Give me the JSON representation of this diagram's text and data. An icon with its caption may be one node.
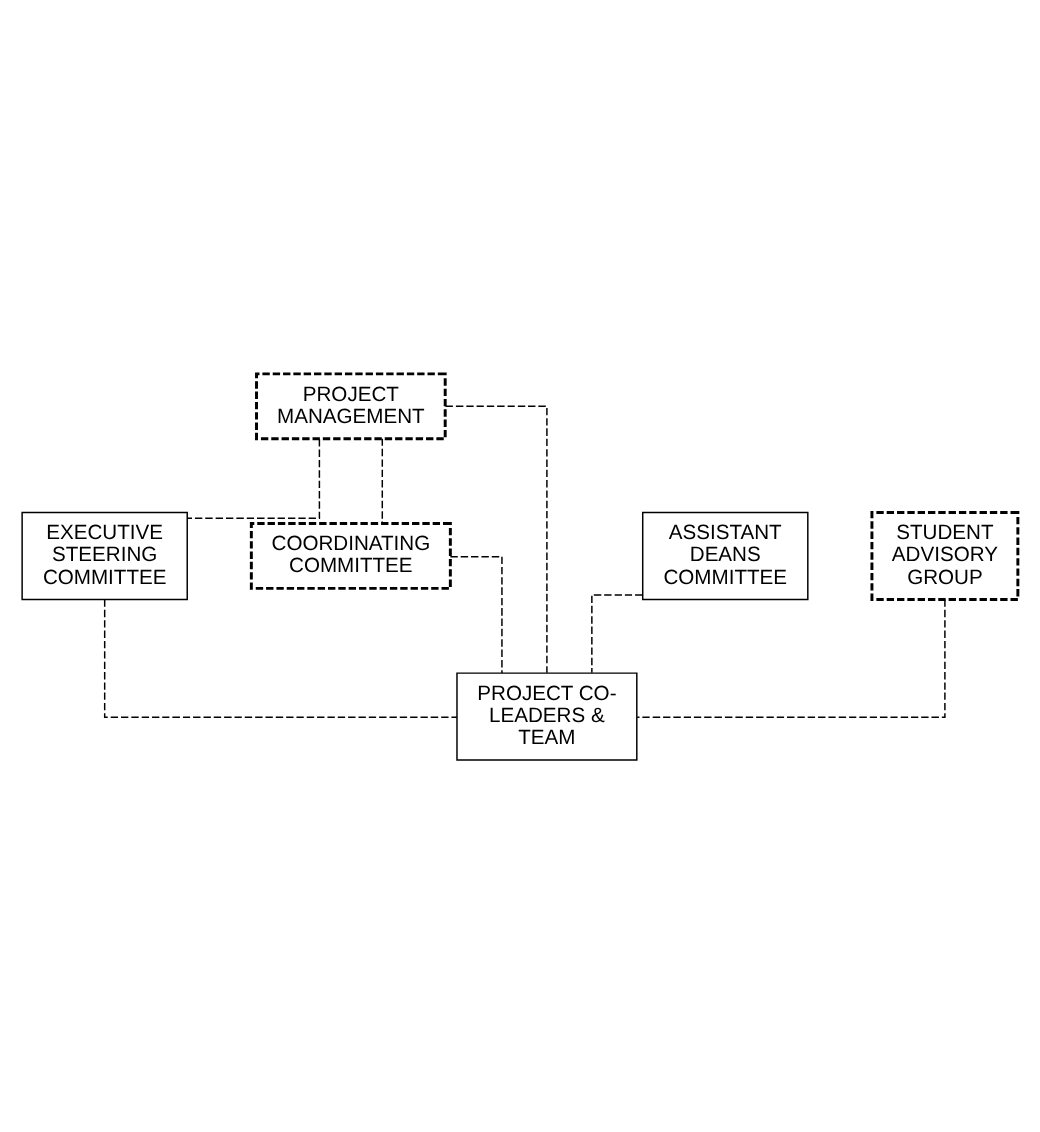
{
  "diagram": {
    "nodes": [
      {
        "text": [
          "PROJECT MANAGEMENT"
        ]
      },
      {
        "text": [
          "EXECUTIVE STEERING COMMITTEE"
        ]
      },
      {
        "text": [
          "COORDINATING COMMITTEE"
        ]
      },
      {
        "text": [
          "ASSISTANT DEANS COMMITTEE"
        ]
      },
      {
        "text": [
          "STUDENT ADVISORY GROUP"
        ]
      },
      {
        "text": [
          "PROJECT CO-LEADERS & TEAM"
        ]
      }
    ],
    "edges": [
      {
        "from": 0,
        "to": 1,
        "arrow": "none",
        "style": "dashed"
      },
      {
        "from": 0,
        "to": 2,
        "arrow": "none",
        "style": "dashed"
      },
      {
        "from": 0,
        "to": 5,
        "arrow": "none",
        "style": "dashed"
      },
      {
        "from": 1,
        "to": 5,
        "arrow": "none",
        "style": "dashed"
      },
      {
        "from": 2,
        "to": 5,
        "arrow": "none",
        "style": "dashed"
      },
      {
        "from": 3,
        "to": 5,
        "arrow": "none",
        "style": "dashed"
      },
      {
        "from": 4,
        "to": 5,
        "arrow": "none",
        "style": "dashed"
      }
    ]
  }
}
